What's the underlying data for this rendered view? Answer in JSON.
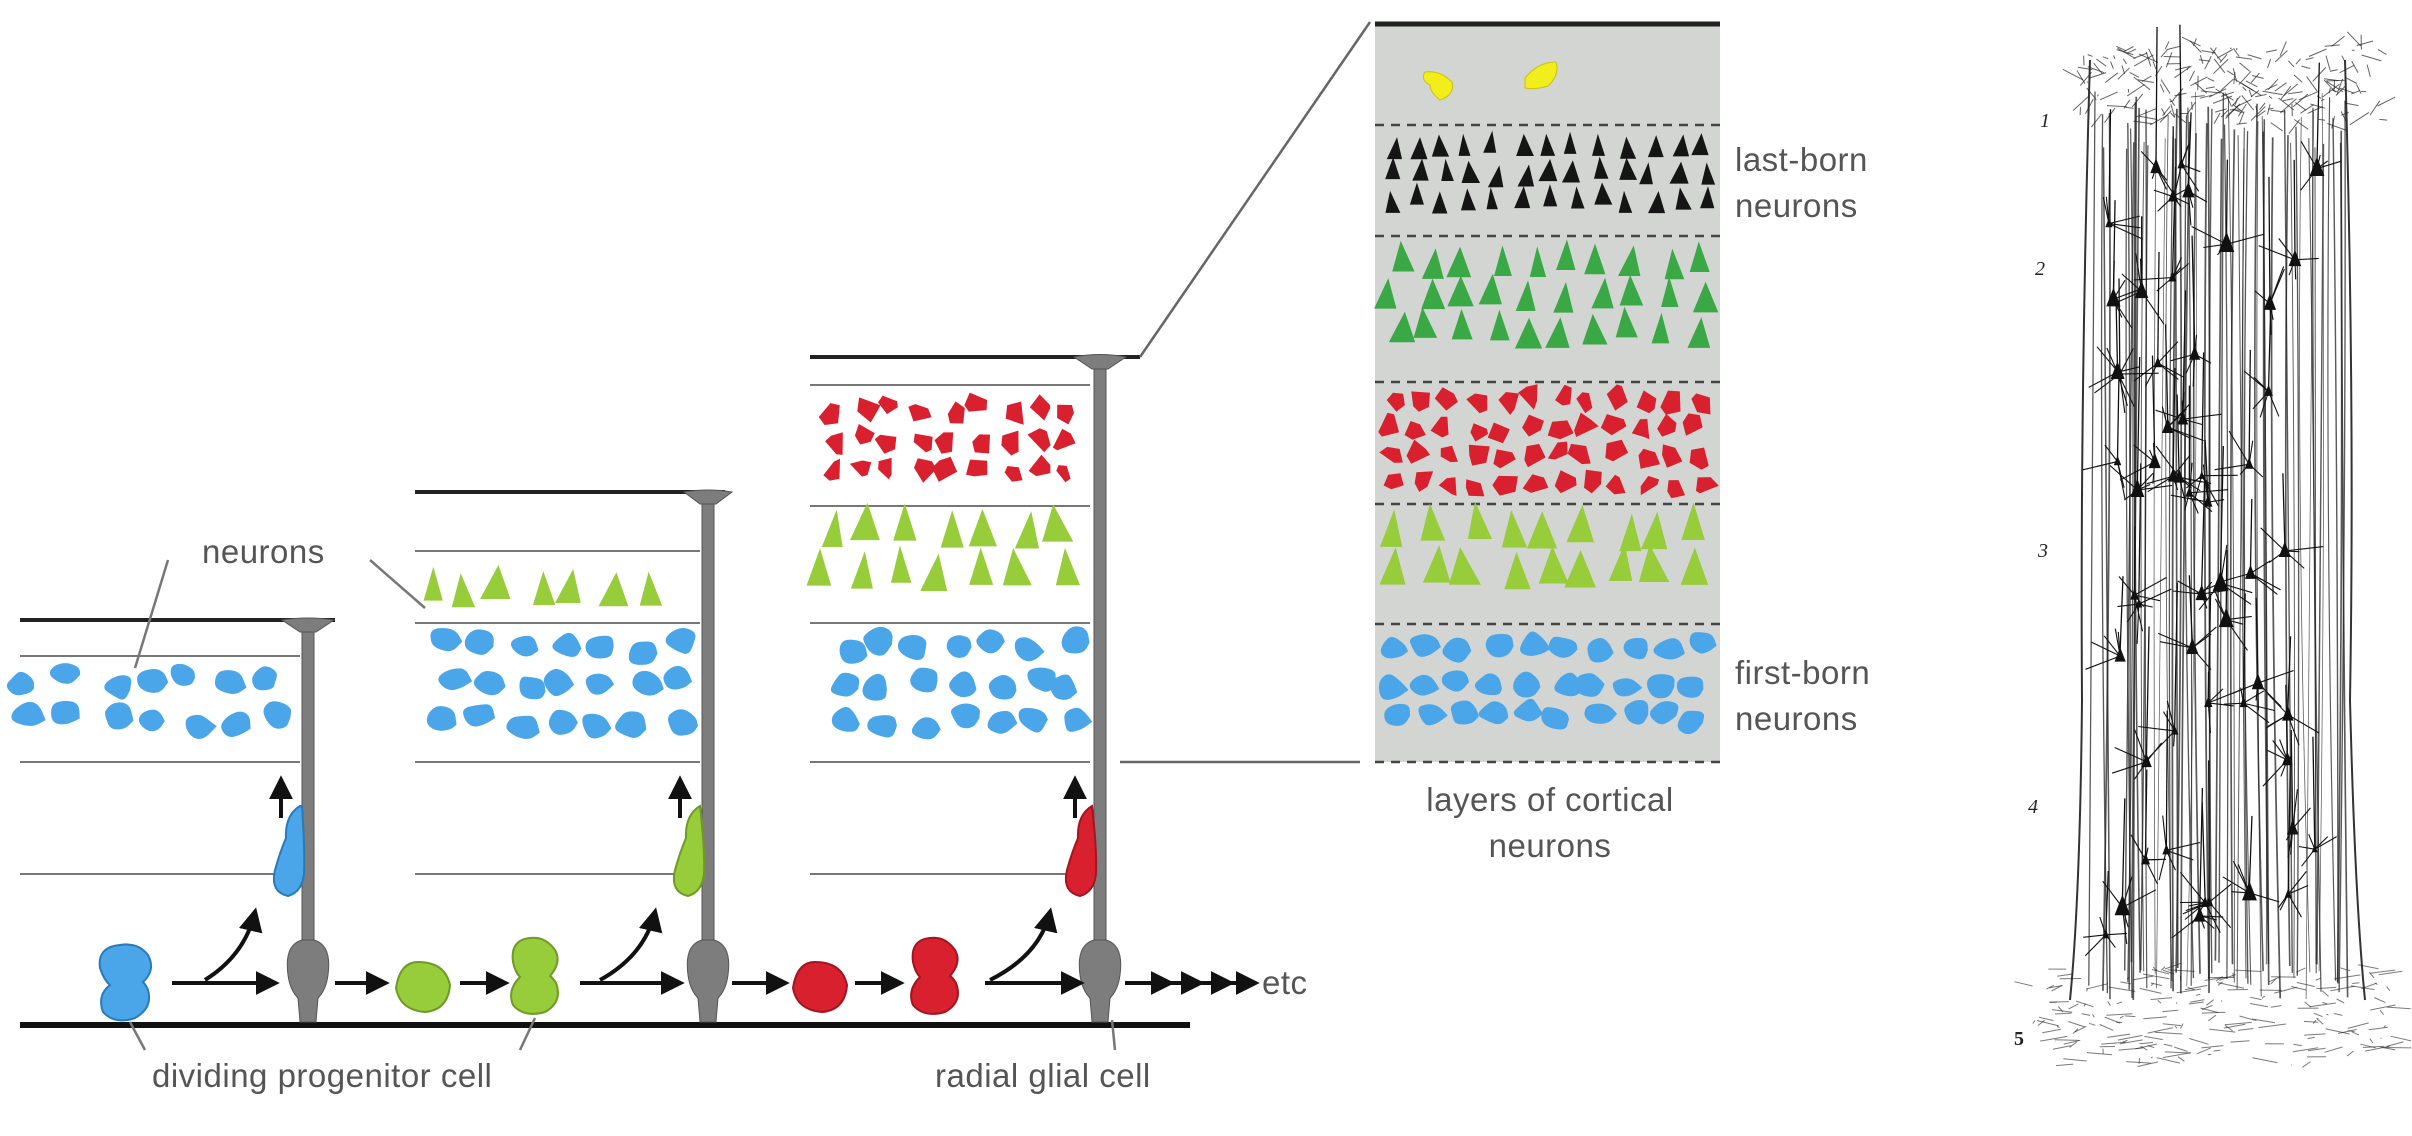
{
  "labels": {
    "neurons": "neurons",
    "dividing_progenitor": "dividing progenitor cell",
    "radial_glial": "radial glial cell",
    "etc": "etc",
    "last_born": "last-born",
    "last_born_2": "neurons",
    "first_born": "first-born",
    "first_born_2": "neurons",
    "layers_1": "layers of cortical",
    "layers_2": "neurons"
  },
  "layer_numbers": [
    "1",
    "2",
    "3",
    "4",
    "5"
  ],
  "colors": {
    "blue": "#4aa6e8",
    "light_green": "#97cc3a",
    "red": "#d9202e",
    "dark_green": "#3aa845",
    "black": "#151515",
    "yellow": "#f1ee1c",
    "glia_gray": "#7d7d7d",
    "panel_gray": "#d3d5d3"
  },
  "icons": {
    "progenitor": "dividing-cell-icon",
    "neuron": "pyramidal-neuron-icon",
    "glia": "radial-glia-icon"
  }
}
